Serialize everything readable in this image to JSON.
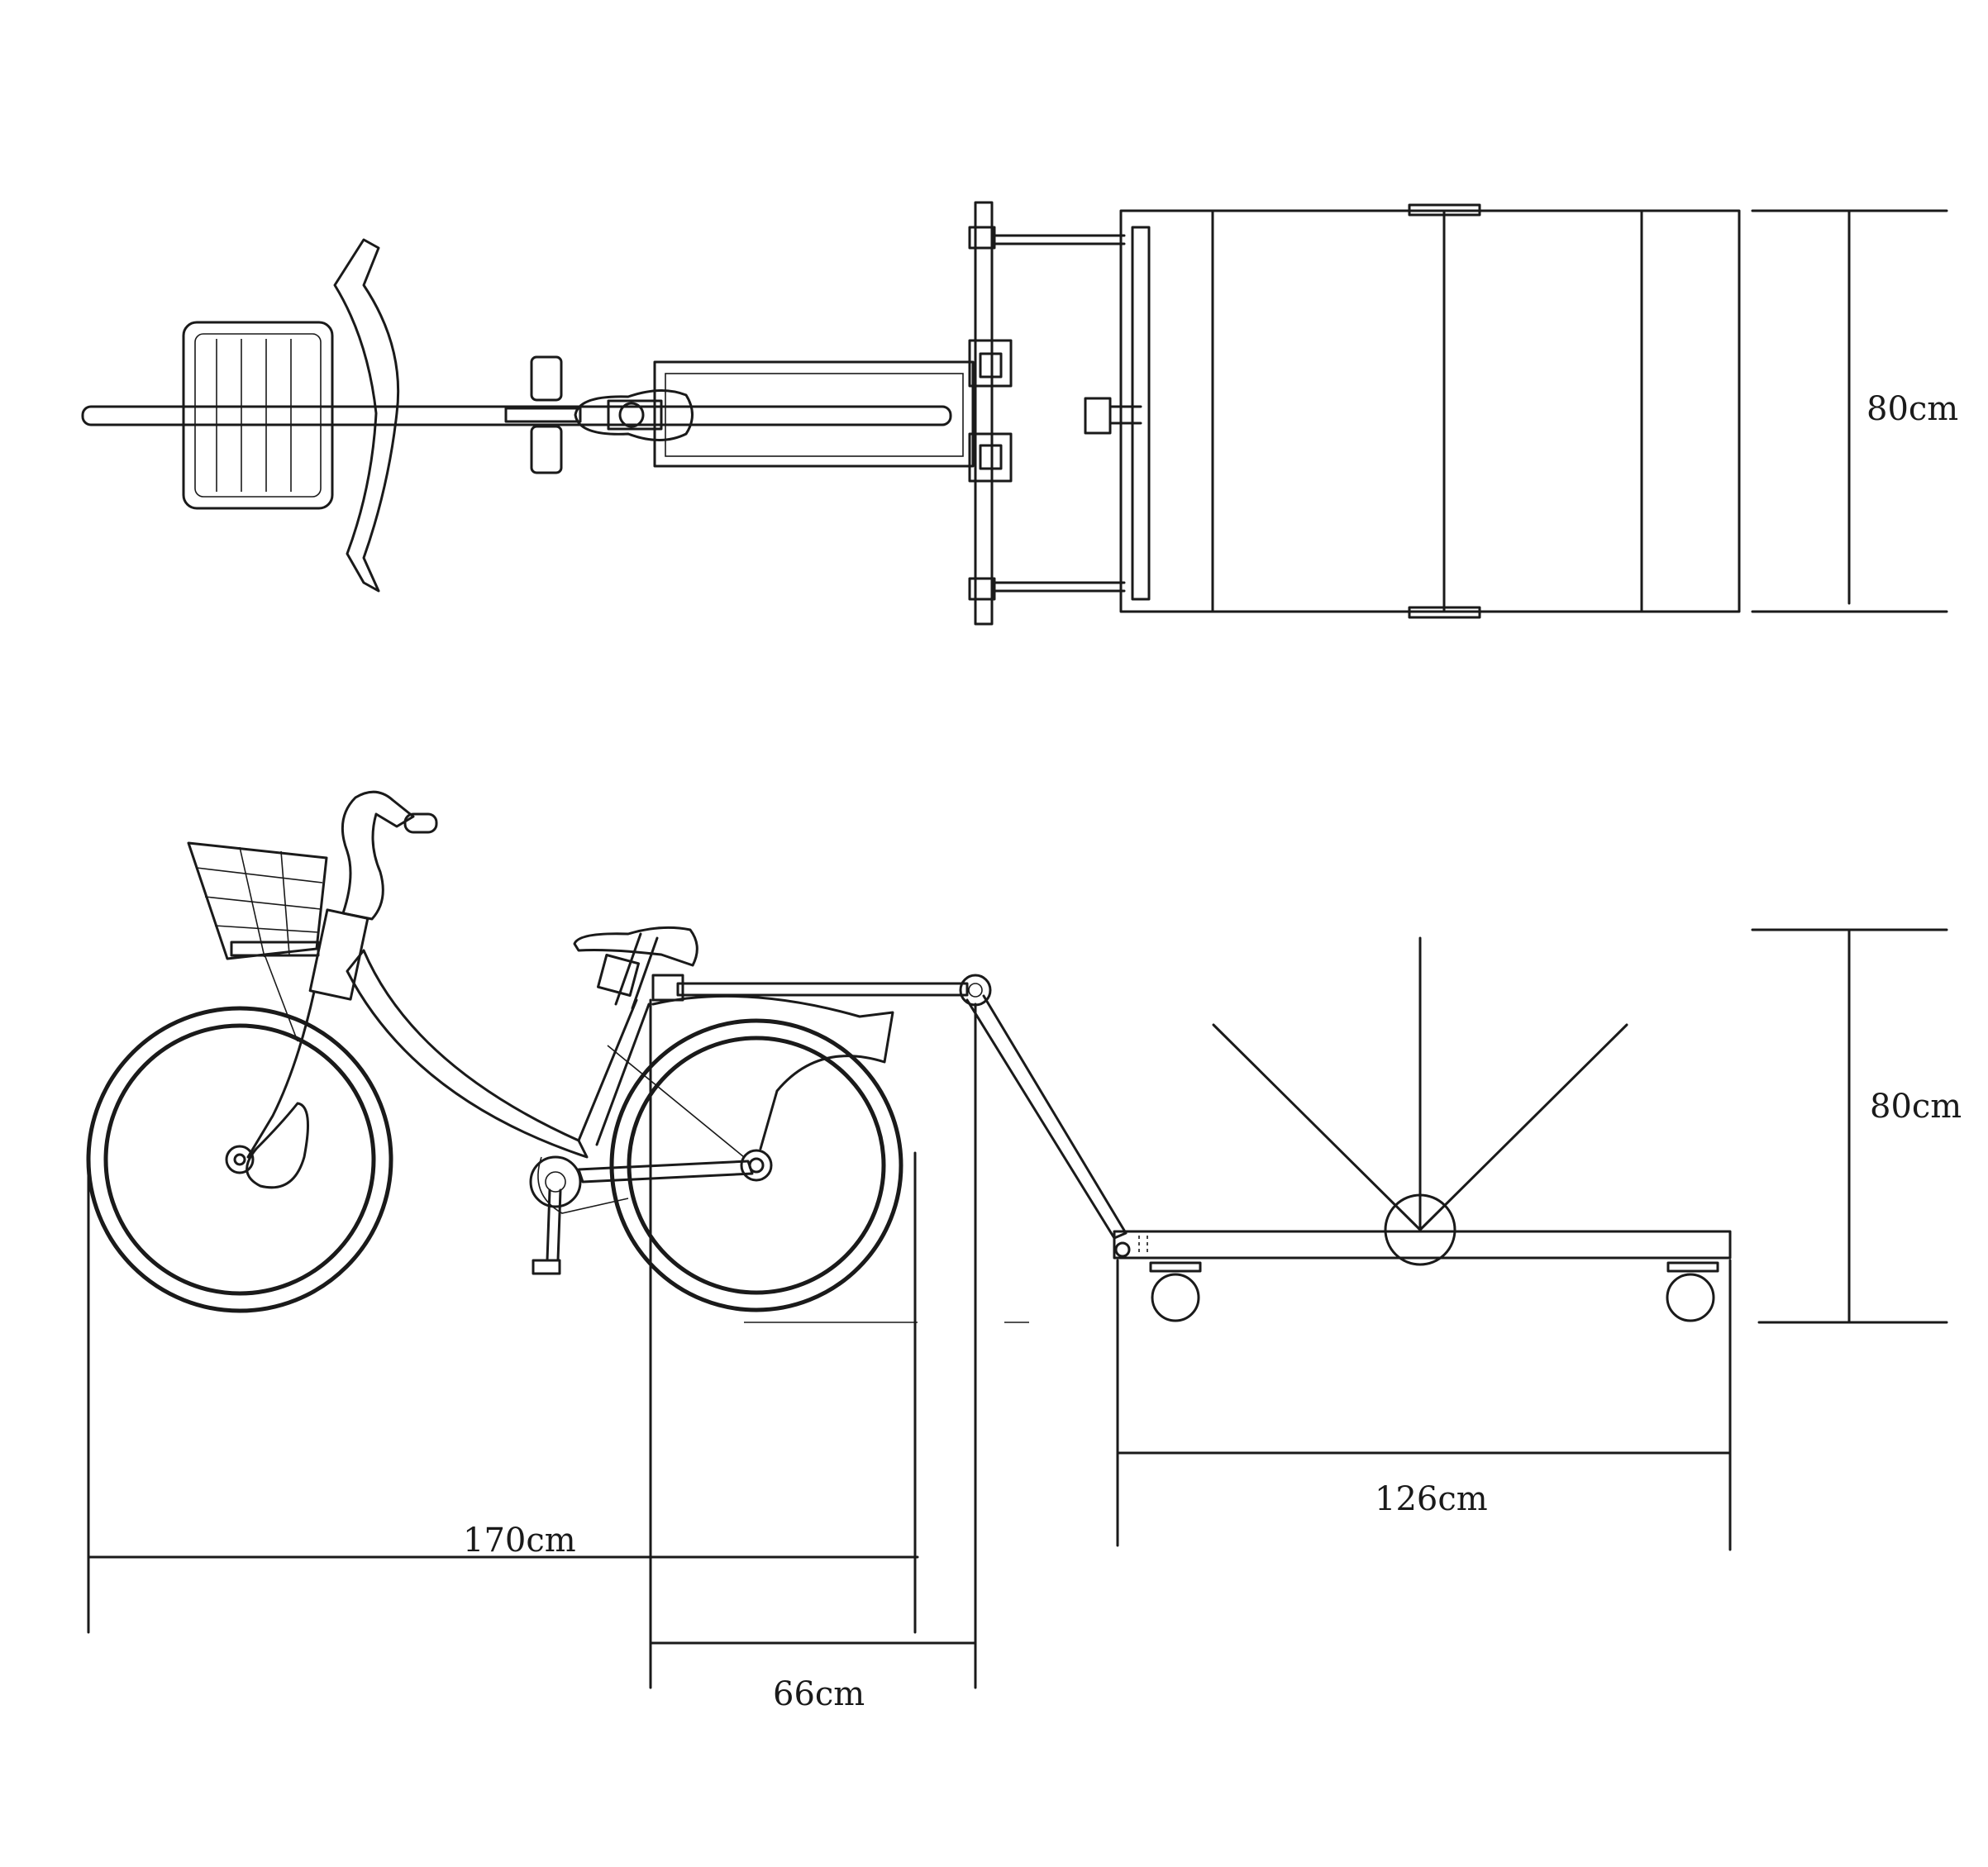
{
  "dimensions": {
    "top_view_width": "80cm",
    "side_view_height": "80cm",
    "total_length": "170cm",
    "hitch_length": "66cm",
    "trailer_length": "126cm"
  }
}
